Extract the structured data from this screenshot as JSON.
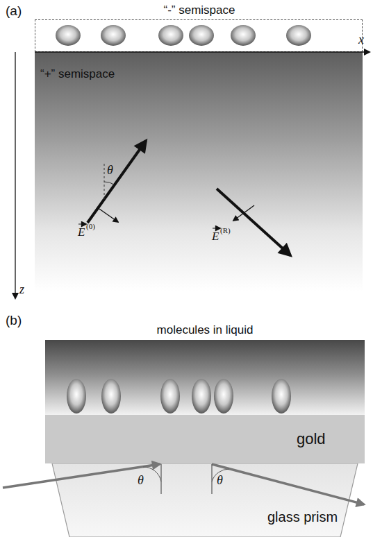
{
  "diagram": {
    "nodes": [
      {
        "text": [
          "“-” semispace"
        ]
      },
      {
        "text": [
          "“+” semispace"
        ]
      },
      {
        "text": [
          "molecules in liquid"
        ]
      },
      {
        "text": [
          "gold"
        ]
      },
      {
        "text": [
          "glass prism"
        ]
      }
    ],
    "labels": [
      "(a)",
      "x",
      "z",
      "θ",
      "E",
      "(0)",
      "E",
      "(R)",
      "(b)",
      "θ",
      "θ"
    ]
  }
}
